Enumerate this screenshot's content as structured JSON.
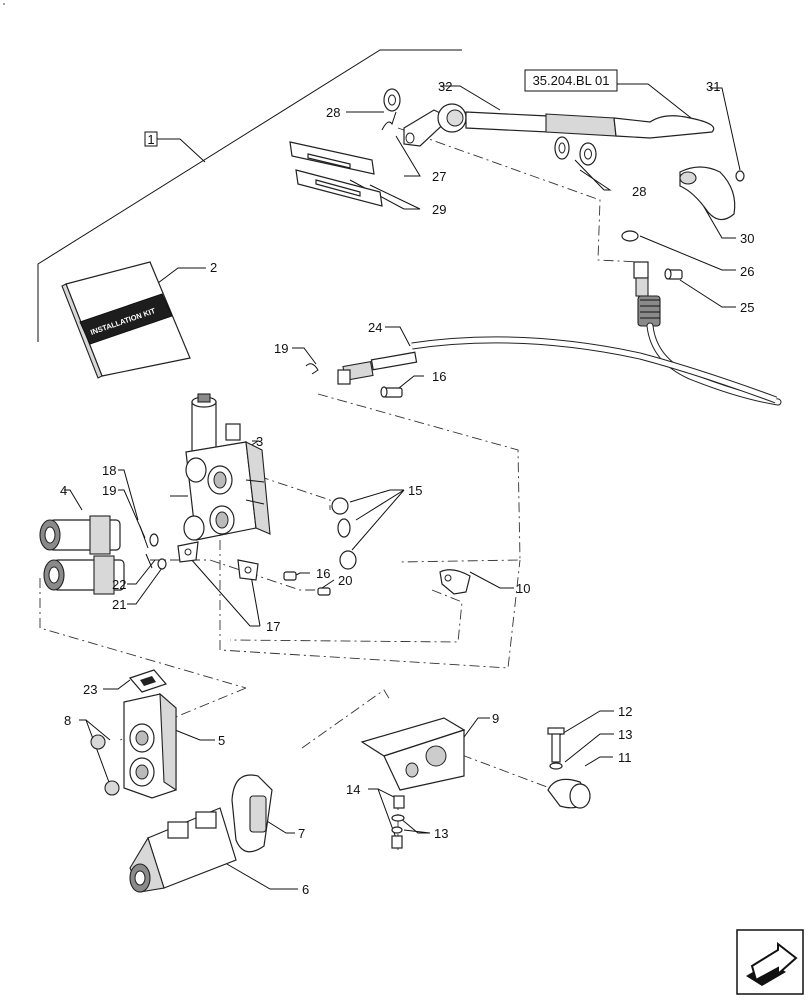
{
  "reference_box": {
    "label": "35.204.BL 01"
  },
  "kit_box": {
    "label": "1"
  },
  "manual": {
    "cover_text": "INSTALLATION KIT"
  },
  "callouts": {
    "c2": "2",
    "c3": "3",
    "c4": "4",
    "c5": "5",
    "c6": "6",
    "c7": "7",
    "c8": "8",
    "c9": "9",
    "c10": "10",
    "c11": "11",
    "c12": "12",
    "c13a": "13",
    "c13b": "13",
    "c14": "14",
    "c15": "15",
    "c16a": "16",
    "c16b": "16",
    "c17": "17",
    "c18": "18",
    "c19a": "19",
    "c19b": "19",
    "c20": "20",
    "c21": "21",
    "c22": "22",
    "c23": "23",
    "c24": "24",
    "c25": "25",
    "c26": "26",
    "c27": "27",
    "c28a": "28",
    "c28b": "28",
    "c29": "29",
    "c30": "30",
    "c31": "31",
    "c32": "32"
  },
  "nav": {
    "icon": "next-page-arrow-icon"
  }
}
